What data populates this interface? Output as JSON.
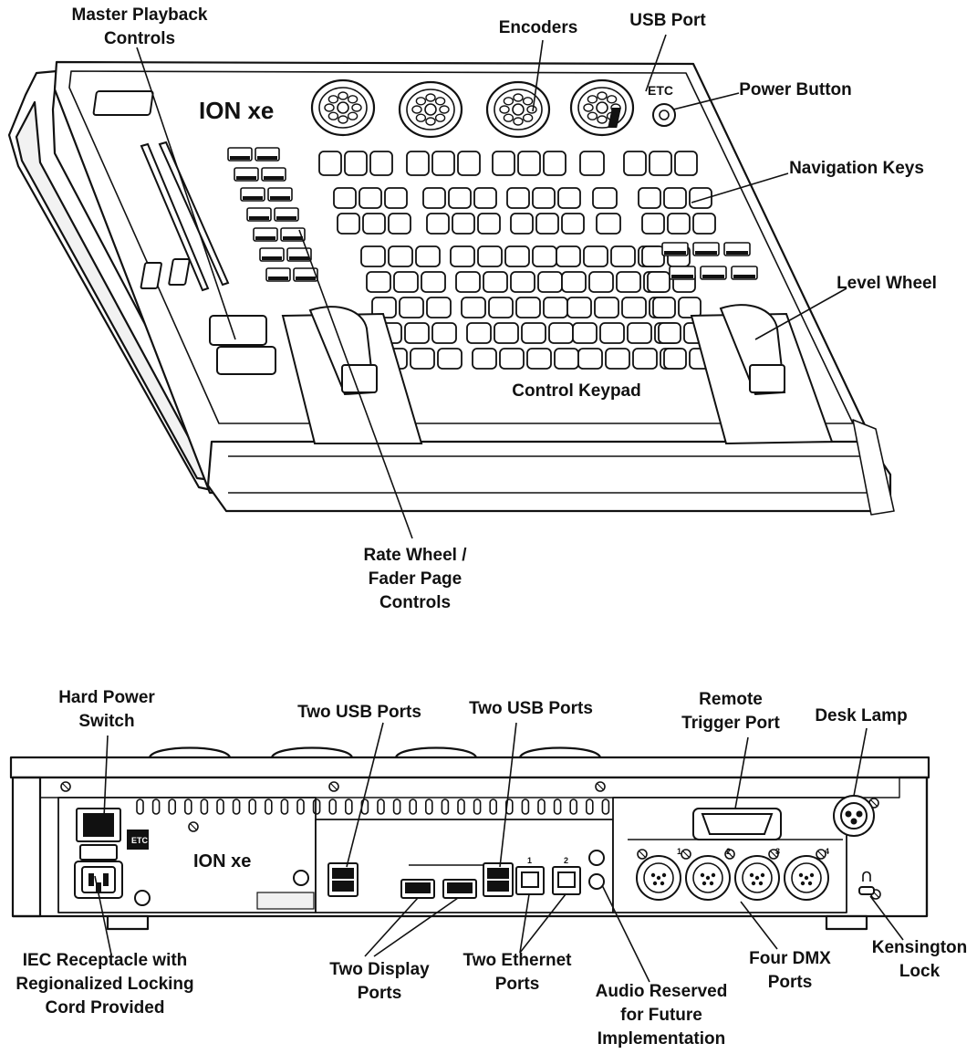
{
  "front_view": {
    "labels": {
      "master_playback": [
        "Master Playback",
        "Controls"
      ],
      "encoders": [
        "Encoders"
      ],
      "usb_port": [
        "USB Port"
      ],
      "power_button": [
        "Power Button"
      ],
      "navigation_keys": [
        "Navigation Keys"
      ],
      "level_wheel": [
        "Level Wheel"
      ],
      "control_keypad": [
        "Control Keypad"
      ],
      "rate_wheel": [
        "Rate Wheel /",
        "Fader Page",
        "Controls"
      ]
    },
    "logo_text": "ION xe",
    "brand_text": "ETC"
  },
  "rear_view": {
    "labels": {
      "hard_power_switch": [
        "Hard Power",
        "Switch"
      ],
      "two_usb_ports_1": [
        "Two USB Ports"
      ],
      "two_usb_ports_2": [
        "Two USB Ports"
      ],
      "remote_trigger_port": [
        "Remote",
        "Trigger Port"
      ],
      "desk_lamp": [
        "Desk Lamp"
      ],
      "iec_receptacle": [
        "IEC Receptacle with",
        "Regionalized Locking",
        "Cord Provided"
      ],
      "two_display_ports": [
        "Two Display",
        "Ports"
      ],
      "two_ethernet_ports": [
        "Two Ethernet",
        "Ports"
      ],
      "audio_reserved": [
        "Audio Reserved",
        "for Future",
        "Implementation"
      ],
      "four_dmx_ports": [
        "Four DMX",
        "Ports"
      ],
      "kensington_lock": [
        "Kensington",
        "Lock"
      ]
    },
    "logo_text": "ION xe",
    "brand_text": "ETC",
    "dmx_port_numbers": [
      "1",
      "2",
      "3",
      "4"
    ],
    "ethernet_port_numbers": [
      "1",
      "2"
    ]
  },
  "colors": {
    "line": "#111111",
    "background": "#ffffff"
  }
}
